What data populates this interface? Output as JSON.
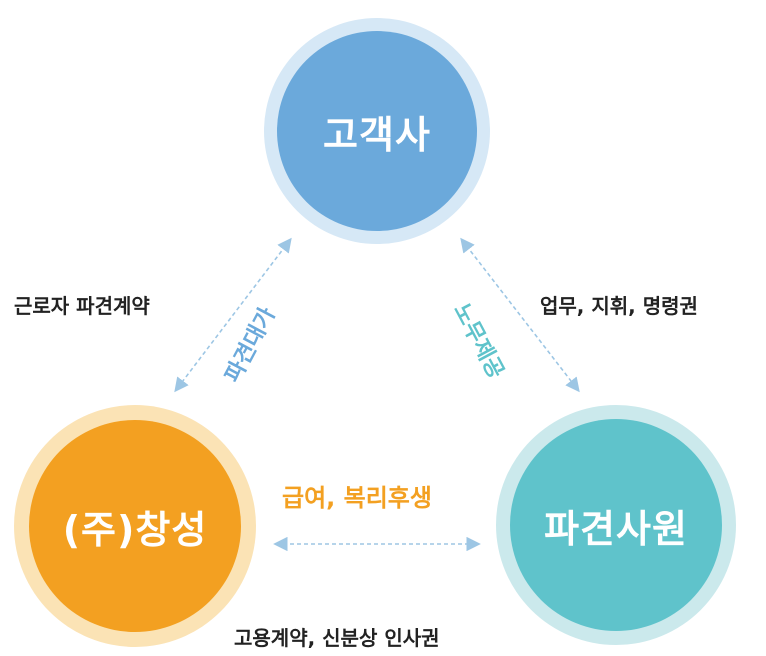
{
  "nodes": {
    "customer": "고객사",
    "changsung": "(주)창성",
    "worker": "파견사원"
  },
  "labels": {
    "contract": "근로자 파견계약",
    "direction": "업무, 지휘, 명령권",
    "employment": "고용계약, 신분상 인사권",
    "wages": "급여, 복리후생",
    "fee": "파견대가",
    "labor": "노무제공"
  },
  "colors": {
    "customer": "#6ba9db",
    "customer_ring": "#d6e8f6",
    "changsung": "#f3a021",
    "changsung_ring": "#fbe3b5",
    "worker": "#5fc3cb",
    "worker_ring": "#cbe9ec",
    "arrow": "#9dc6e4",
    "fee_text": "#6ba9db",
    "labor_text": "#5fc3cb",
    "wages_text": "#f3a021"
  }
}
